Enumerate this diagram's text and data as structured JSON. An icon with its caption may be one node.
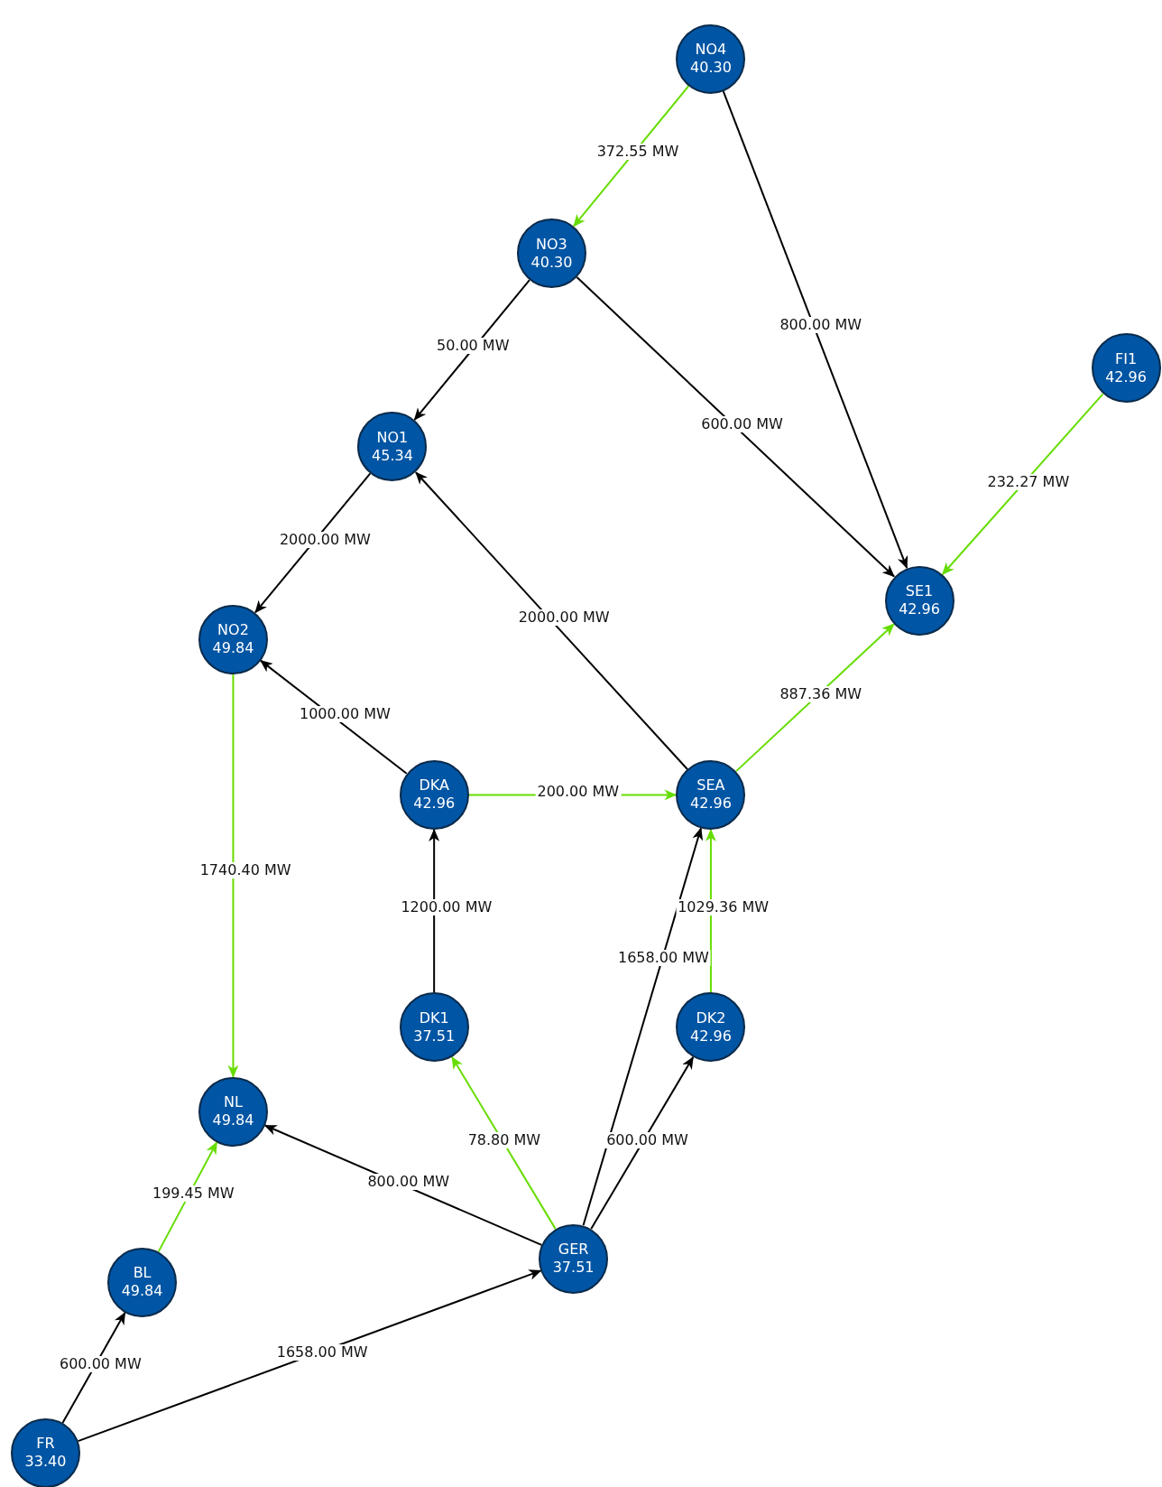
{
  "diagram": {
    "nodes": [
      {
        "text": [
          "NO4",
          "40.30"
        ]
      },
      {
        "text": [
          "NO3",
          "40.30"
        ]
      },
      {
        "text": [
          "FI1",
          "42.96"
        ]
      },
      {
        "text": [
          "NO1",
          "45.34"
        ]
      },
      {
        "text": [
          "SE1",
          "42.96"
        ]
      },
      {
        "text": [
          "NO2",
          "49.84"
        ]
      },
      {
        "text": [
          "DKA",
          "42.96"
        ]
      },
      {
        "text": [
          "SEA",
          "42.96"
        ]
      },
      {
        "text": [
          "DK1",
          "37.51"
        ]
      },
      {
        "text": [
          "DK2",
          "42.96"
        ]
      },
      {
        "text": [
          "NL",
          "49.84"
        ]
      },
      {
        "text": [
          "GER",
          "37.51"
        ]
      },
      {
        "text": [
          "BL",
          "49.84"
        ]
      },
      {
        "text": [
          "FR",
          "33.40"
        ]
      }
    ],
    "edges": [
      {
        "from": 0,
        "to": 1,
        "arrow": "to",
        "label": "372.55 MW",
        "color": "#66dd00"
      },
      {
        "from": 0,
        "to": 4,
        "arrow": "to",
        "label": "800.00 MW"
      },
      {
        "from": 1,
        "to": 3,
        "arrow": "to",
        "label": "50.00 MW"
      },
      {
        "from": 1,
        "to": 4,
        "arrow": "to",
        "label": "600.00 MW"
      },
      {
        "from": 2,
        "to": 4,
        "arrow": "to",
        "label": "232.27 MW",
        "color": "#66dd00"
      },
      {
        "from": 3,
        "to": 5,
        "arrow": "to",
        "label": "2000.00 MW"
      },
      {
        "from": 7,
        "to": 3,
        "arrow": "to",
        "label": "2000.00 MW"
      },
      {
        "from": 7,
        "to": 4,
        "arrow": "to",
        "label": "887.36 MW",
        "color": "#66dd00"
      },
      {
        "from": 6,
        "to": 5,
        "arrow": "to",
        "label": "1000.00 MW"
      },
      {
        "from": 6,
        "to": 7,
        "arrow": "to",
        "label": "200.00 MW",
        "color": "#66dd00"
      },
      {
        "from": 8,
        "to": 6,
        "arrow": "to",
        "label": "1200.00 MW"
      },
      {
        "from": 9,
        "to": 7,
        "arrow": "to",
        "label": "1029.36 MW",
        "color": "#66dd00"
      },
      {
        "from": 11,
        "to": 7,
        "arrow": "to",
        "label": "1658.00 MW"
      },
      {
        "from": 11,
        "to": 9,
        "arrow": "to",
        "label": "600.00 MW"
      },
      {
        "from": 11,
        "to": 8,
        "arrow": "to",
        "label": "78.80 MW",
        "color": "#66dd00"
      },
      {
        "from": 11,
        "to": 10,
        "arrow": "to",
        "label": "800.00 MW"
      },
      {
        "from": 5,
        "to": 10,
        "arrow": "to",
        "label": "1740.40 MW",
        "color": "#66dd00"
      },
      {
        "from": 12,
        "to": 10,
        "arrow": "to",
        "label": "199.45 MW",
        "color": "#66dd00"
      },
      {
        "from": 13,
        "to": 12,
        "arrow": "to",
        "label": "600.00 MW"
      },
      {
        "from": 13,
        "to": 11,
        "arrow": "to",
        "label": "1658.00 MW"
      }
    ]
  }
}
